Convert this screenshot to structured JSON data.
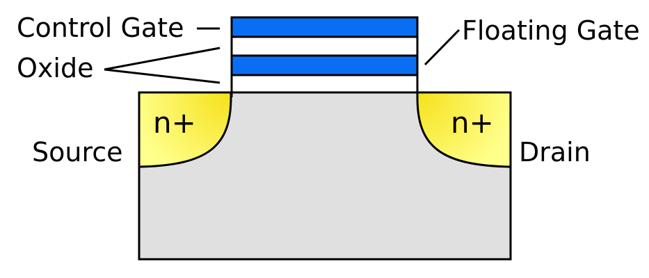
{
  "labels": {
    "control_gate": "Control Gate",
    "floating_gate": "Floating Gate",
    "oxide": "Oxide",
    "source": "Source",
    "drain": "Drain",
    "source_doping": "n+",
    "drain_doping": "n+"
  },
  "colors": {
    "gate": "#0a6ef5",
    "oxide": "#ffffff",
    "substrate": "#e0e0e0",
    "n_plus_inner": "#f6e11a",
    "n_plus_outer": "#ffff8c",
    "outline": "#000000"
  }
}
